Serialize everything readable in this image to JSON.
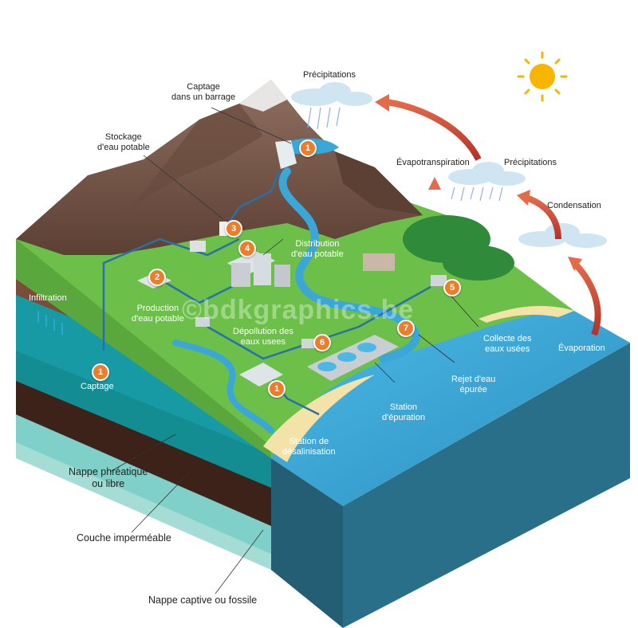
{
  "labels": {
    "precip_top": "Précipitations",
    "barrage_1": "Captage",
    "barrage_2": "dans un barrage",
    "stockage_1": "Stockage",
    "stockage_2": "d'eau potable",
    "evapotranspiration": "Évapotranspiration",
    "precip_right": "Précipitations",
    "condensation": "Condensation",
    "distribution_1": "Distribution",
    "distribution_2": "d'eau potable",
    "infiltration": "Infiltration",
    "production_1": "Production",
    "production_2": "d'eau potable",
    "depollution_1": "Dépollution des",
    "depollution_2": "eaux usees",
    "collecte_1": "Collecte des",
    "collecte_2": "eaux usées",
    "evaporation": "Évaporation",
    "captage": "Captage",
    "rejet_1": "Rejet d'eau",
    "rejet_2": "épurée",
    "station_1": "Station",
    "station_2": "d'épuration",
    "desal_1": "Station de",
    "desal_2": "désalinisation",
    "nappe_phreatique_1": "Nappe phréatique",
    "nappe_phreatique_2": "ou libre",
    "couche": "Couche imperméable",
    "nappe_captive": "Nappe captive ou fossile"
  },
  "badges": {
    "b1_dam": "1",
    "b1_captage": "1",
    "b1_desal": "1",
    "b2": "2",
    "b3": "3",
    "b4": "4",
    "b5": "5",
    "b6": "6",
    "b7": "7"
  },
  "watermark": "©bdkgraphics.be",
  "colors": {
    "grass": "#6cc04a",
    "mountain": "#7a5a4a",
    "water": "#3aa7d8",
    "deep_water": "#2a6f8a",
    "aquifer": "#1a9aa0",
    "impermeable": "#4a2c22",
    "captive": "#7fd0c8",
    "arrow": "#c0392b",
    "badge": "#ee7d2a",
    "sun": "#f7b500"
  }
}
